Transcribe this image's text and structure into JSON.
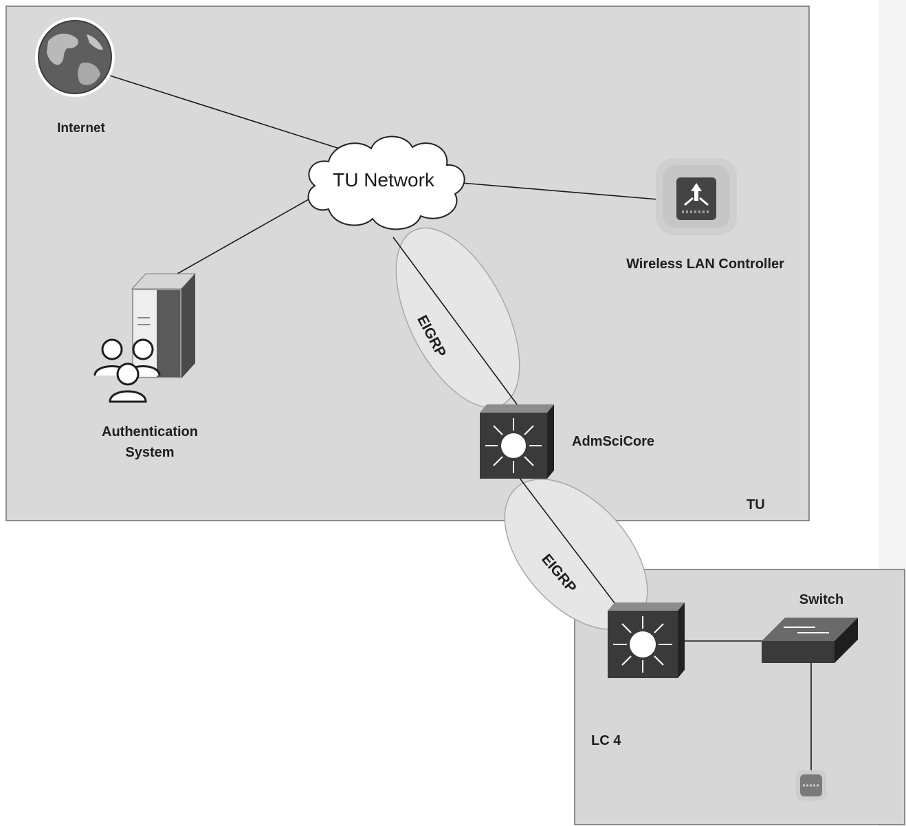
{
  "zones": {
    "tu": {
      "label": "TU"
    },
    "lc4": {
      "label": "LC 4"
    }
  },
  "nodes": {
    "internet": {
      "label": "Internet",
      "icon": "globe-icon"
    },
    "tu_network": {
      "label": "TU Network",
      "icon": "cloud-icon"
    },
    "wlc": {
      "label": "Wireless LAN Controller",
      "icon": "wireless-controller-icon"
    },
    "auth": {
      "label_line1": "Authentication",
      "label_line2": "System",
      "icon": "server-users-icon"
    },
    "admscicore": {
      "label": "AdmSciCore",
      "icon": "layer3-switch-icon"
    },
    "lc4_core": {
      "icon": "layer3-switch-icon"
    },
    "switch": {
      "label": "Switch",
      "icon": "switch-icon"
    },
    "access_point": {
      "icon": "access-point-icon"
    }
  },
  "links": {
    "eigrp_upper": {
      "label": "EIGRP"
    },
    "eigrp_lower": {
      "label": "EIGRP"
    }
  },
  "colors": {
    "zone_fill": "#d9d9d9",
    "zone_border": "#6e6e6e",
    "device_dark": "#3a3a3a",
    "ellipse_fill": "#e8e8e8"
  }
}
